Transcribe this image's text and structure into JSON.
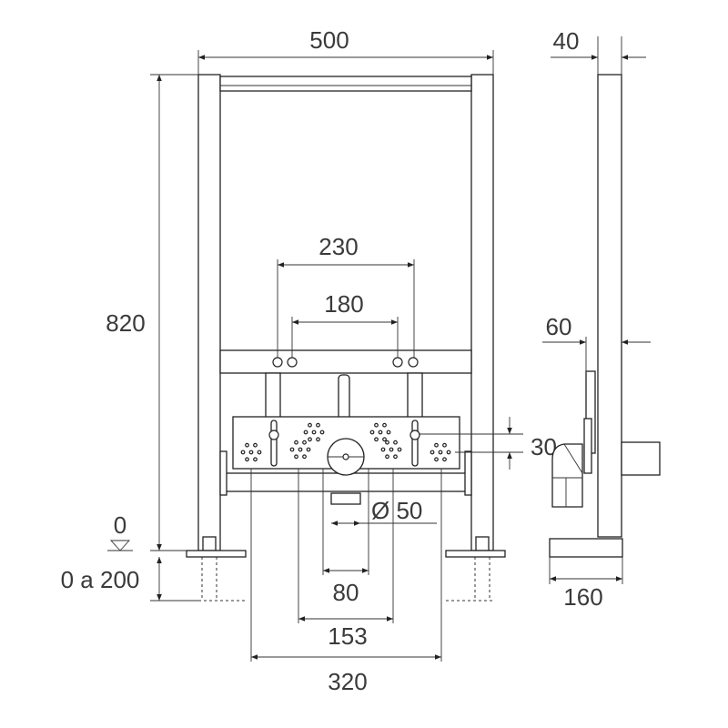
{
  "title": "Bidet installation frame dimensions",
  "front_view": {
    "dimensions": {
      "width": "500",
      "height": "820",
      "floor_level": "0",
      "adjustable_range": "0 a 200",
      "outer_supply_spacing": "230",
      "inner_supply_spacing": "180",
      "drain_offset": "30",
      "drain_diameter": "Ø 50",
      "spacing_80": "80",
      "spacing_153": "153",
      "spacing_320": "320"
    }
  },
  "side_view": {
    "dimensions": {
      "depth_frame": "40",
      "offset_60": "60",
      "base_depth": "160"
    }
  },
  "colors": {
    "line": "#222222",
    "text": "#3a3a3a"
  }
}
